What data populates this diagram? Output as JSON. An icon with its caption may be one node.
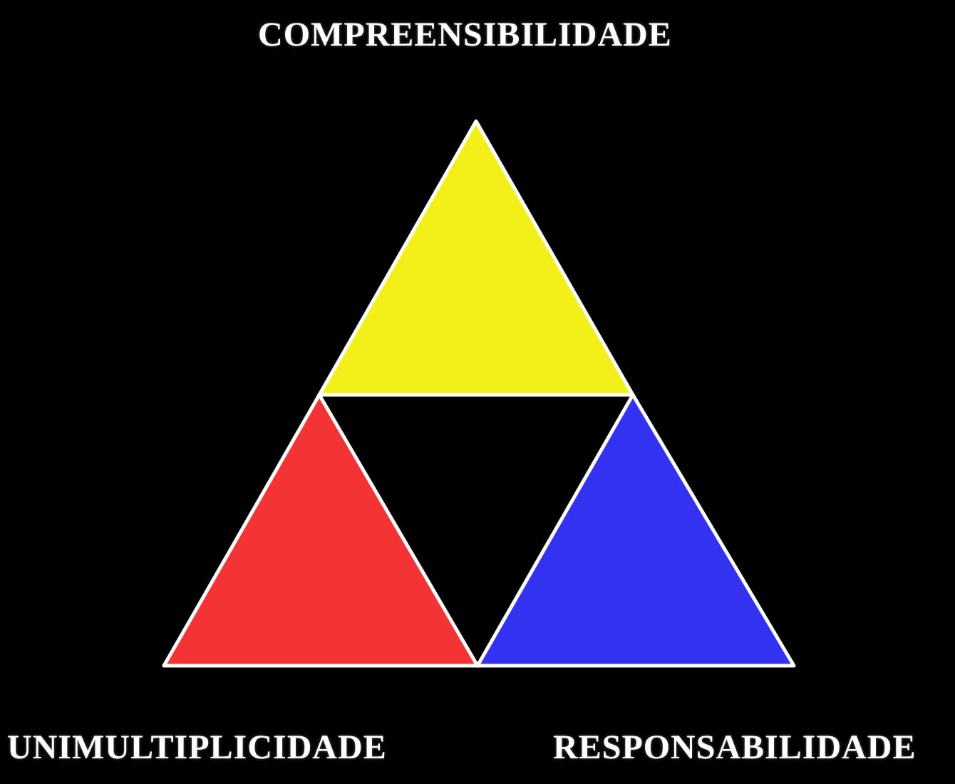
{
  "diagram": {
    "nodes": [
      {
        "text": [],
        "shape": "triangle",
        "beside": [
          "COMPREENSIBILIDADE"
        ]
      },
      {
        "text": [],
        "shape": "triangle",
        "beside": [
          "UNIMULTIPLICIDADE"
        ]
      },
      {
        "text": [],
        "shape": "triangle",
        "beside": [
          "RESPONSABILIDADE"
        ]
      }
    ]
  }
}
